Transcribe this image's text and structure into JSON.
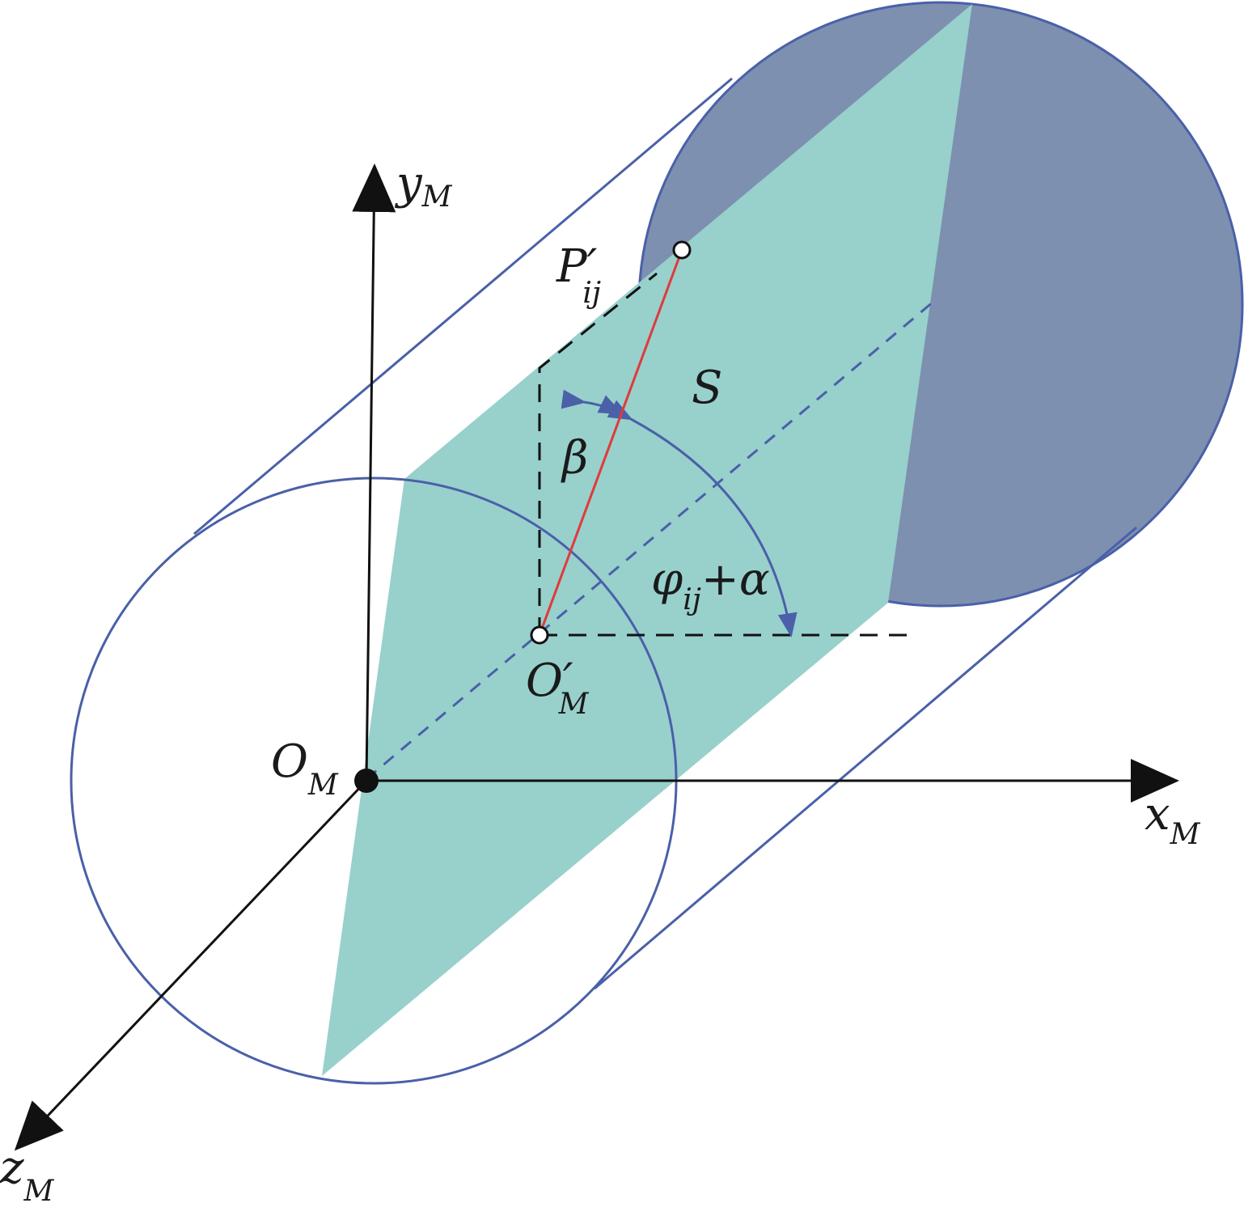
{
  "colors": {
    "background": "#ffffff",
    "far_disk_fill": "#7d90b0",
    "cylinder_line": "#4a60a8",
    "plane_fill": "#98d0cc",
    "axis": "#111111",
    "segment": "#e03a3a",
    "dashed_construction": "#111111",
    "angle_arc": "#4a60a8"
  },
  "labels": {
    "y_axis": {
      "main": "y",
      "sub": "M"
    },
    "x_axis": {
      "main": "x",
      "sub": "M"
    },
    "z_axis": {
      "main": "z",
      "sub": "M"
    },
    "origin": {
      "main": "O",
      "sub": "M"
    },
    "shifted_origin": {
      "main": "O′",
      "sub": "M"
    },
    "point": {
      "main": "P′",
      "sub": "ij"
    },
    "plane": {
      "main": "S"
    },
    "beta": {
      "main": "β"
    },
    "phi_alpha": {
      "main": "φ",
      "sub": "ij",
      "tail": "+α"
    }
  }
}
